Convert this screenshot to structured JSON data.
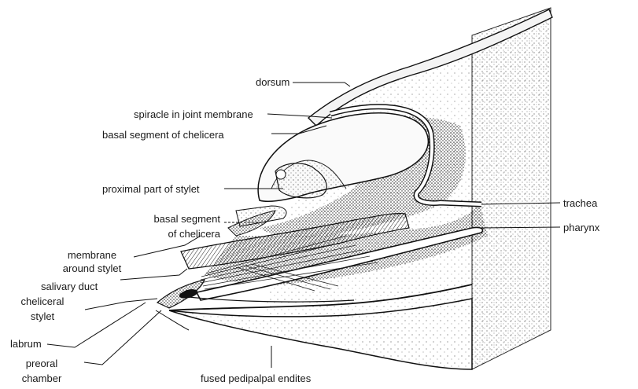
{
  "diagram": {
    "labels": {
      "dorsum": "dorsum",
      "spiracle": "spiracle in joint membrane",
      "basal_segment_1": "basal segment of chelicera",
      "proximal_stylet": "proximal part of stylet",
      "basal_segment_2_line1": "basal segment",
      "basal_segment_2_line2": "of chelicera",
      "membrane_line1": "membrane",
      "membrane_line2": "around stylet",
      "salivary_duct": "salivary duct",
      "cheliceral_line1": "cheliceral",
      "cheliceral_line2": "stylet",
      "labrum": "labrum",
      "preoral_line1": "preoral",
      "preoral_line2": "chamber",
      "fused_endites": "fused pedipalpal endites",
      "trachea": "trachea",
      "pharynx": "pharynx"
    }
  }
}
